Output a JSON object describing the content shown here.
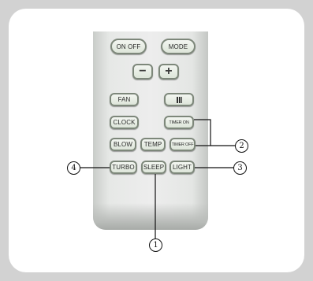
{
  "buttons": {
    "on_off": "ON OFF",
    "mode": "MODE",
    "minus": "−",
    "plus": "+",
    "fan": "FAN",
    "swing_icon": "swing-icon",
    "clock": "CLOCK",
    "timer_on": "TIMER ON",
    "blow": "BLOW",
    "temp": "TEMP",
    "timer_off": "TIMER OFF",
    "turbo": "TURBO",
    "sleep": "SLEEP",
    "light": "LIGHT"
  },
  "callouts": {
    "c1": "1",
    "c2": "2",
    "c3": "3",
    "c4": "4"
  },
  "colors": {
    "button_face": "#e6ece3",
    "button_border": "#7d877a",
    "remote_body": "#e9ebe9",
    "frame": "#d2d2d2"
  }
}
